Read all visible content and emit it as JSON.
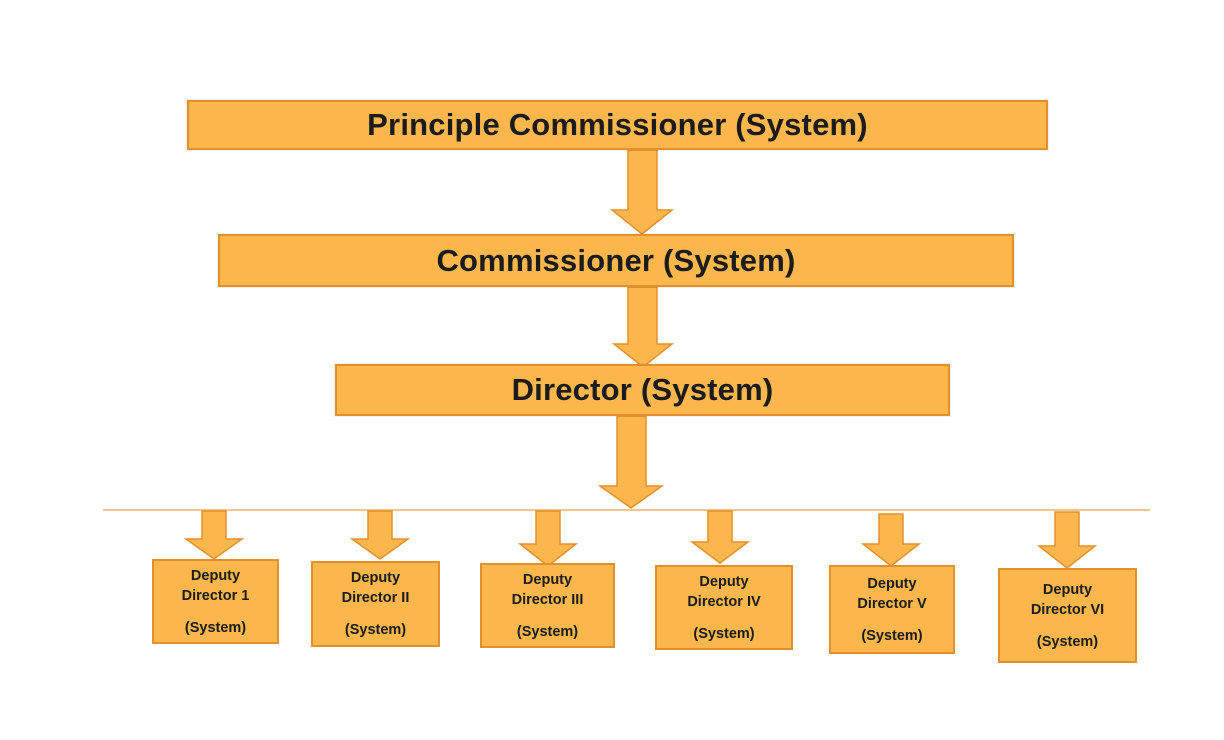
{
  "levels": {
    "principle_commissioner": "Principle Commissioner (System)",
    "commissioner": "Commissioner (System)",
    "director": "Director (System)"
  },
  "deputies": [
    {
      "line1": "Deputy",
      "line2": "Director 1",
      "line3": "(System)"
    },
    {
      "line1": "Deputy",
      "line2": "Director II",
      "line3": "(System)"
    },
    {
      "line1": "Deputy",
      "line2": "Director III",
      "line3": "(System)"
    },
    {
      "line1": "Deputy",
      "line2": "Director IV",
      "line3": "(System)"
    },
    {
      "line1": "Deputy",
      "line2": "Director V",
      "line3": "(System)"
    },
    {
      "line1": "Deputy",
      "line2": "Director VI",
      "line3": "(System)"
    }
  ],
  "colors": {
    "box_fill": "#fbb74c",
    "box_border": "#e3902c",
    "connector_line": "#f0b46a"
  }
}
